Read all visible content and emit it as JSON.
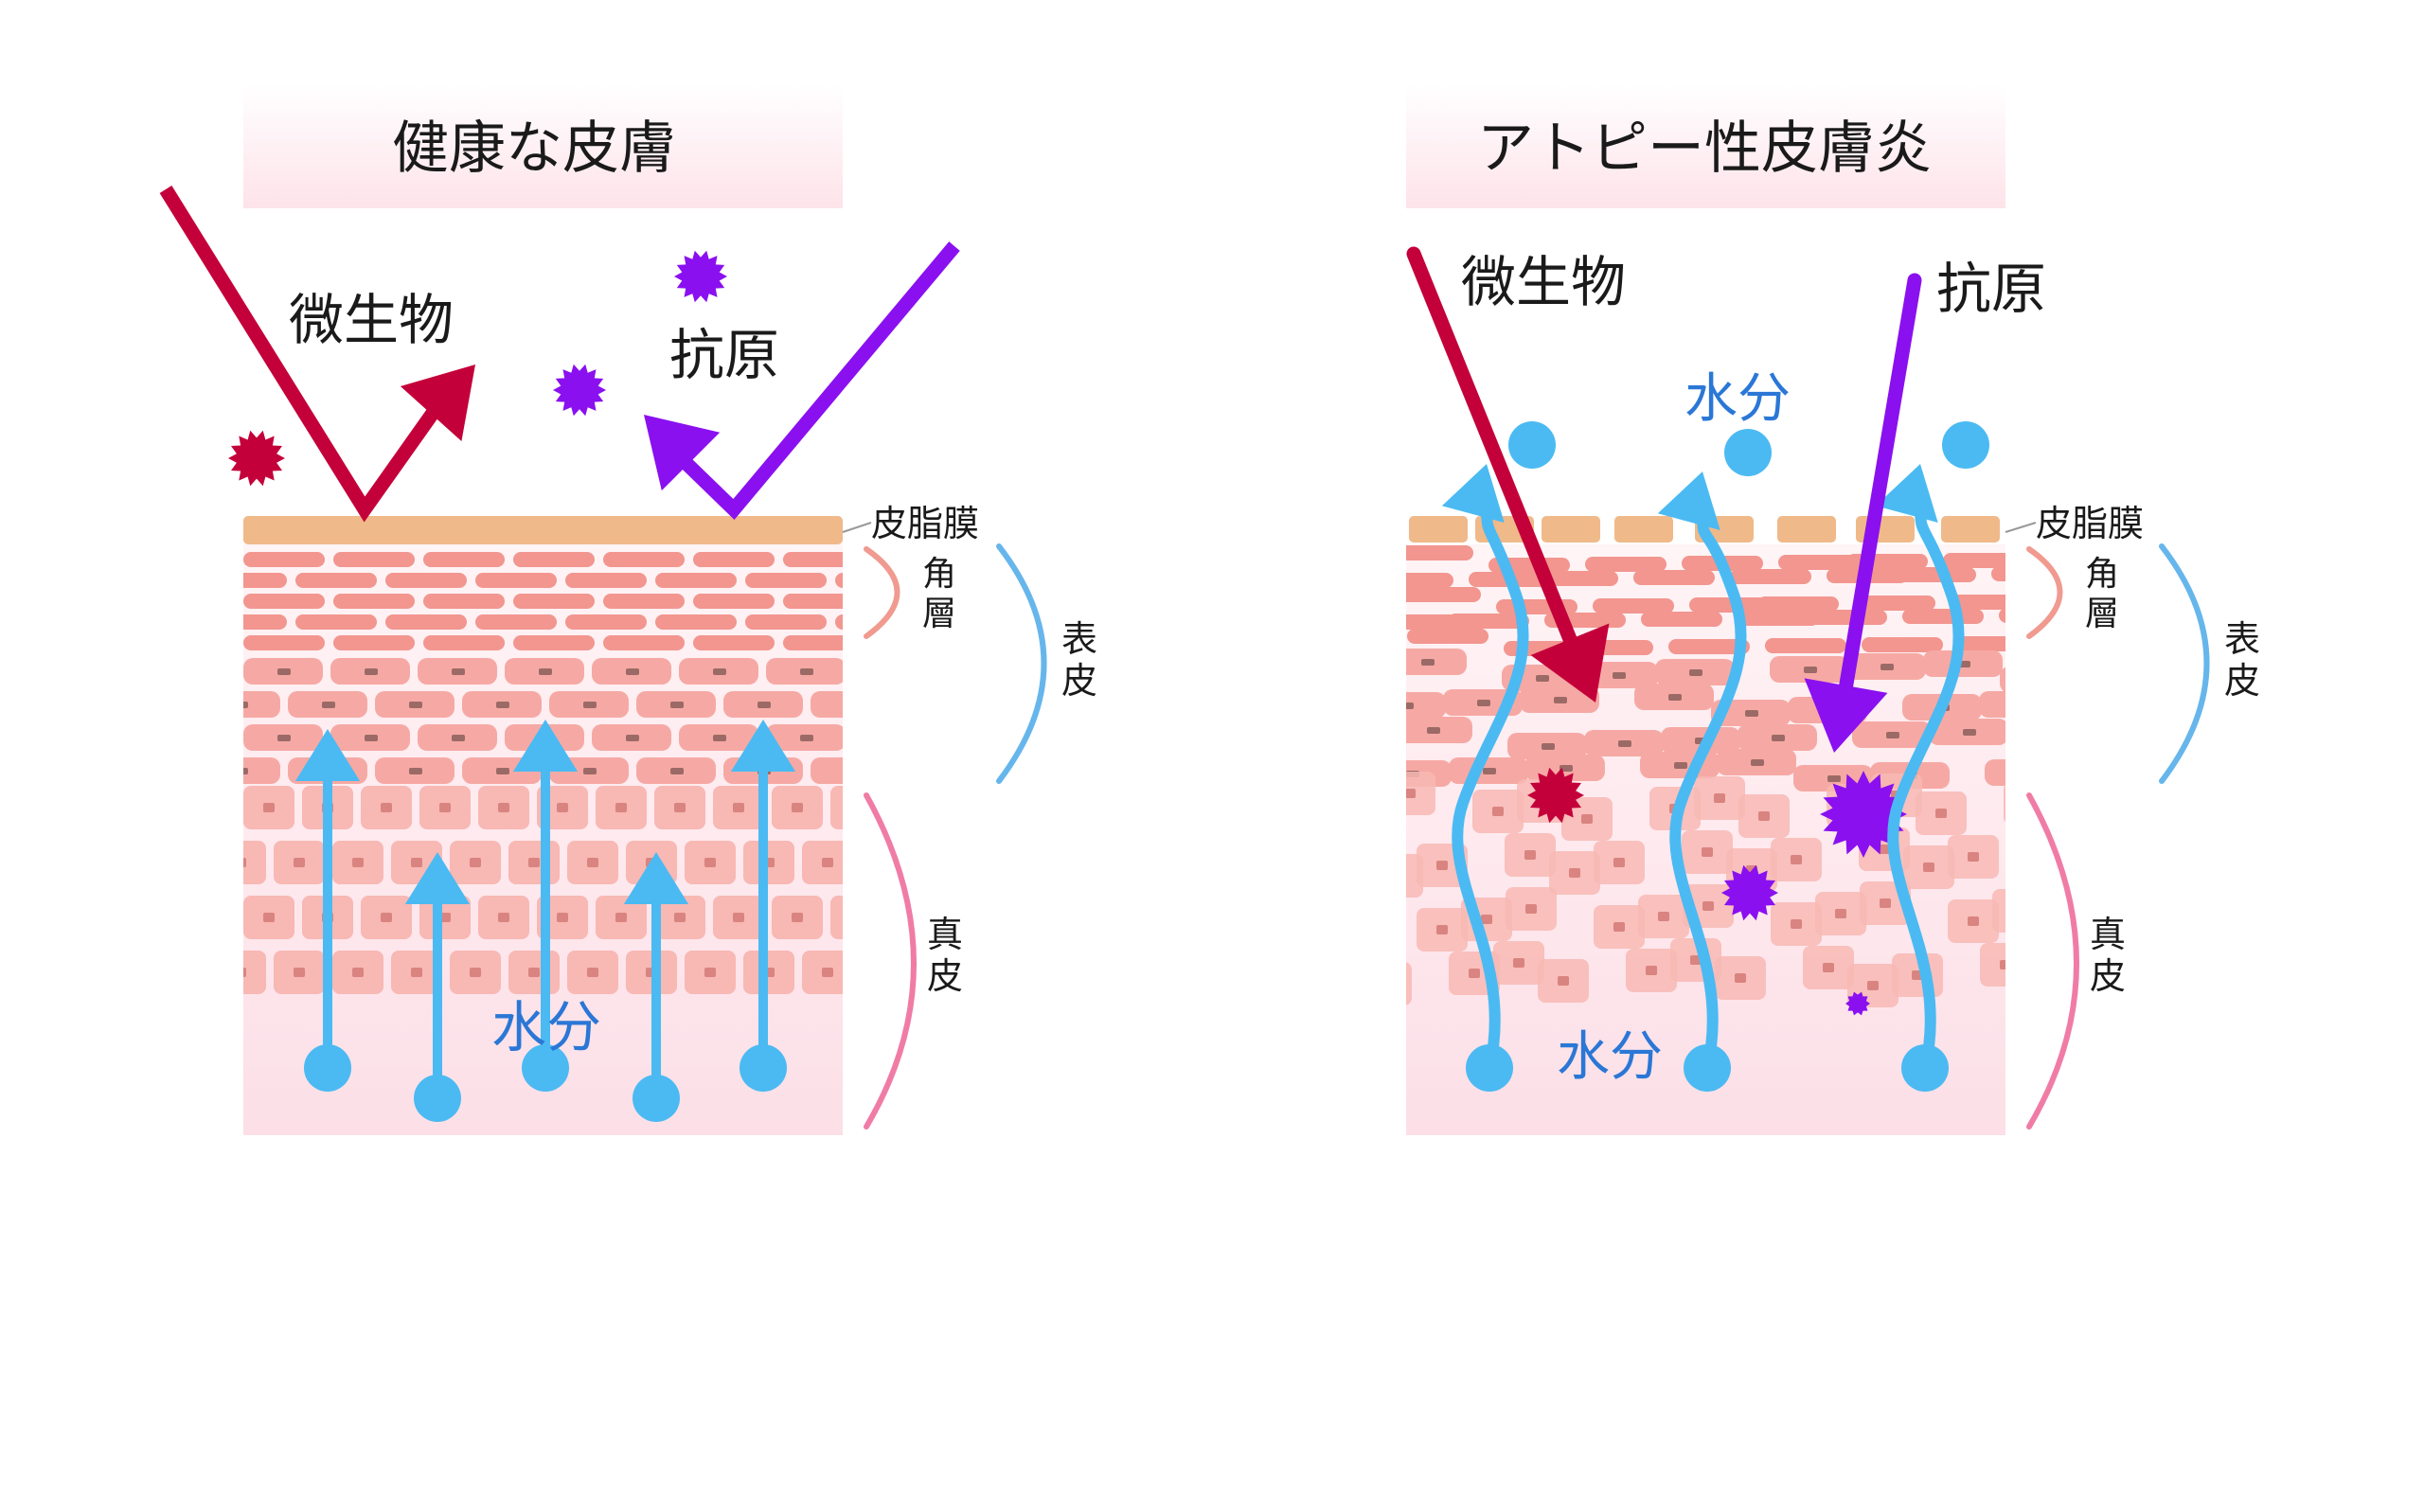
{
  "healthy": {
    "title": "健康な皮膚",
    "microbe_label": "微生物",
    "antigen_label": "抗原",
    "water_label": "水分",
    "sebum_label": "皮脂膜",
    "stratum_corneum_label": [
      "角",
      "層"
    ],
    "epidermis_label": [
      "表",
      "皮"
    ],
    "dermis_label": [
      "真",
      "皮"
    ]
  },
  "atopic": {
    "title": "アトピー性皮膚炎",
    "microbe_label": "微生物",
    "antigen_label": "抗原",
    "water_label_top": "水分",
    "water_label_bottom": "水分",
    "sebum_label": "皮脂膜",
    "stratum_corneum_label": [
      "角",
      "層"
    ],
    "epidermis_label": [
      "表",
      "皮"
    ],
    "dermis_label": [
      "真",
      "皮"
    ]
  },
  "colors": {
    "microbe": "#c4003a",
    "antigen": "#8a10f0",
    "water": "#4bbaf2",
    "water_text": "#2a77d6",
    "sebum": "#f0b98a",
    "corneum": "#f2968f",
    "epidermis_cell": "#f6a9a4",
    "dermis_cell": "#f8b8b4",
    "dermis_bg": "#fbe0e6",
    "epidermis_bracket": "#66b6ec",
    "corneum_bracket": "#f09a90",
    "dermis_bracket": "#f07ca6",
    "title_bg": "#fde8ee"
  }
}
